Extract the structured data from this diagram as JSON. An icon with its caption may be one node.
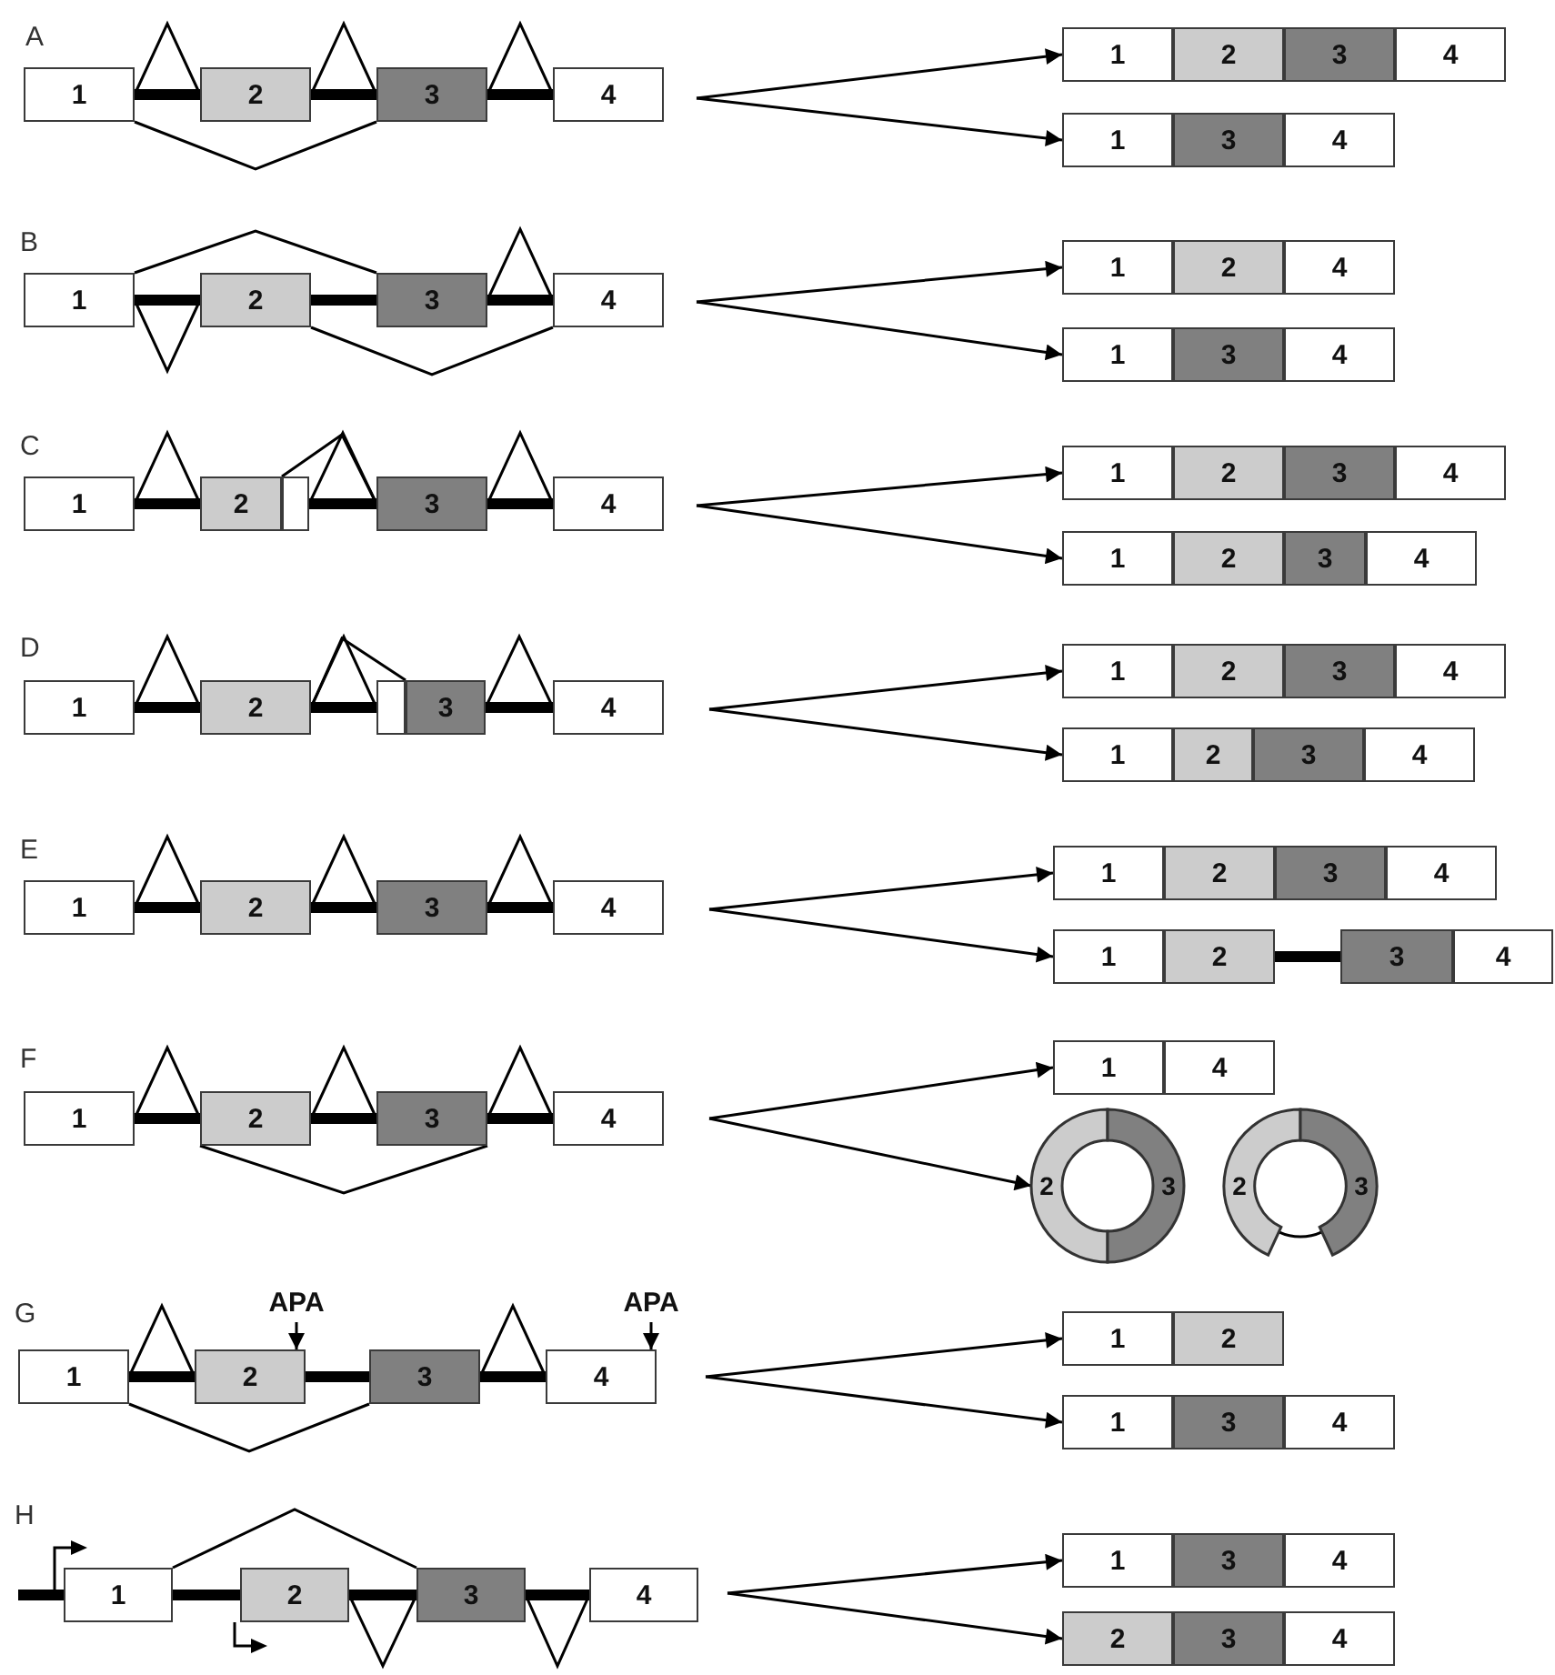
{
  "diagram": {
    "nodes": [
      {
        "text": [
          "1"
        ]
      },
      {
        "text": [
          "2"
        ]
      },
      {
        "text": [
          "3"
        ]
      },
      {
        "text": [
          "4"
        ]
      },
      {
        "text": [
          "1"
        ]
      },
      {
        "text": [
          "2"
        ]
      },
      {
        "text": [
          "3"
        ]
      },
      {
        "text": [
          "4"
        ]
      },
      {
        "text": [
          "1"
        ]
      },
      {
        "text": [
          "3"
        ]
      },
      {
        "text": [
          "4"
        ]
      },
      {
        "text": [
          "1"
        ]
      },
      {
        "text": [
          "2"
        ]
      },
      {
        "text": [
          "3"
        ]
      },
      {
        "text": [
          "4"
        ]
      },
      {
        "text": [
          "1"
        ]
      },
      {
        "text": [
          "2"
        ]
      },
      {
        "text": [
          "4"
        ]
      },
      {
        "text": [
          "1"
        ]
      },
      {
        "text": [
          "3"
        ]
      },
      {
        "text": [
          "4"
        ]
      },
      {
        "text": [
          "1"
        ]
      },
      {
        "text": [
          "2"
        ]
      },
      {
        "text": [],
        "shape": "box"
      },
      {
        "text": [
          "3"
        ]
      },
      {
        "text": [
          "4"
        ]
      },
      {
        "text": [
          "1"
        ]
      },
      {
        "text": [
          "2"
        ]
      },
      {
        "text": [
          "3"
        ]
      },
      {
        "text": [
          "4"
        ]
      },
      {
        "text": [
          "1"
        ]
      },
      {
        "text": [
          "2"
        ]
      },
      {
        "text": [
          "3"
        ]
      },
      {
        "text": [
          "4"
        ]
      },
      {
        "text": [
          "1"
        ]
      },
      {
        "text": [
          "2"
        ]
      },
      {
        "text": [],
        "shape": "box"
      },
      {
        "text": [
          "3"
        ]
      },
      {
        "text": [
          "4"
        ]
      },
      {
        "text": [
          "1"
        ]
      },
      {
        "text": [
          "2"
        ]
      },
      {
        "text": [
          "3"
        ]
      },
      {
        "text": [
          "4"
        ]
      },
      {
        "text": [
          "1"
        ]
      },
      {
        "text": [
          "2"
        ]
      },
      {
        "text": [
          "3"
        ]
      },
      {
        "text": [
          "4"
        ]
      },
      {
        "text": [
          "1"
        ]
      },
      {
        "text": [
          "2"
        ]
      },
      {
        "text": [
          "3"
        ]
      },
      {
        "text": [
          "4"
        ]
      },
      {
        "text": [
          "1"
        ]
      },
      {
        "text": [
          "2"
        ]
      },
      {
        "text": [
          "3"
        ]
      },
      {
        "text": [
          "4"
        ]
      },
      {
        "text": [
          "1"
        ]
      },
      {
        "text": [
          "2"
        ]
      },
      {
        "text": [
          "3"
        ]
      },
      {
        "text": [
          "4"
        ]
      },
      {
        "text": [
          "1"
        ]
      },
      {
        "text": [
          "2"
        ]
      },
      {
        "text": [
          "3"
        ]
      },
      {
        "text": [
          "4"
        ]
      },
      {
        "text": [
          "1"
        ]
      },
      {
        "text": [
          "4"
        ]
      },
      {
        "text": [
          "2"
        ]
      },
      {
        "text": [
          "3"
        ]
      },
      {
        "text": [
          "2"
        ]
      },
      {
        "text": [
          "3"
        ]
      },
      {
        "text": [
          "APA"
        ]
      },
      {
        "text": [
          "APA"
        ]
      },
      {
        "text": [
          "1"
        ]
      },
      {
        "text": [
          "2"
        ]
      },
      {
        "text": [
          "3"
        ]
      },
      {
        "text": [
          "4"
        ]
      },
      {
        "text": [
          "1"
        ]
      },
      {
        "text": [
          "2"
        ]
      },
      {
        "text": [
          "1"
        ]
      },
      {
        "text": [
          "3"
        ]
      },
      {
        "text": [
          "4"
        ]
      },
      {
        "text": [
          "1"
        ]
      },
      {
        "text": [
          "2"
        ]
      },
      {
        "text": [
          "3"
        ]
      },
      {
        "text": [
          "4"
        ]
      },
      {
        "text": [
          "1"
        ]
      },
      {
        "text": [
          "3"
        ]
      },
      {
        "text": [
          "4"
        ]
      },
      {
        "text": [
          "2"
        ]
      },
      {
        "text": [
          "3"
        ]
      },
      {
        "text": [
          "4"
        ]
      }
    ],
    "edges": [
      {
        "from": 0,
        "to": 1,
        "arrow": "none",
        "style": "thick"
      },
      {
        "from": 1,
        "to": 2,
        "arrow": "none",
        "style": "thick"
      },
      {
        "from": 2,
        "to": 3,
        "arrow": "none",
        "style": "thick"
      },
      {
        "from": 0,
        "to": 1,
        "arrow": "none"
      },
      {
        "from": 1,
        "to": 2,
        "arrow": "none"
      },
      {
        "from": 2,
        "to": 3,
        "arrow": "none"
      },
      {
        "from": 0,
        "to": 2,
        "arrow": "none"
      },
      {
        "from": null,
        "to": 4,
        "arrow": "to"
      },
      {
        "from": null,
        "to": 8,
        "arrow": "to"
      },
      {
        "from": 11,
        "to": 12,
        "arrow": "none",
        "style": "thick"
      },
      {
        "from": 12,
        "to": 13,
        "arrow": "none",
        "style": "thick"
      },
      {
        "from": 13,
        "to": 14,
        "arrow": "none",
        "style": "thick"
      },
      {
        "from": 11,
        "to": 13,
        "arrow": "none"
      },
      {
        "from": 11,
        "to": 12,
        "arrow": "none"
      },
      {
        "from": 12,
        "to": 14,
        "arrow": "none"
      },
      {
        "from": 13,
        "to": 14,
        "arrow": "none"
      },
      {
        "from": null,
        "to": 15,
        "arrow": "to"
      },
      {
        "from": null,
        "to": 18,
        "arrow": "to"
      },
      {
        "from": 21,
        "to": 22,
        "arrow": "none",
        "style": "thick"
      },
      {
        "from": 23,
        "to": 24,
        "arrow": "none",
        "style": "thick"
      },
      {
        "from": 24,
        "to": 25,
        "arrow": "none",
        "style": "thick"
      },
      {
        "from": 21,
        "to": 22,
        "arrow": "none"
      },
      {
        "from": 22,
        "to": 24,
        "arrow": "none"
      },
      {
        "from": 23,
        "to": 24,
        "arrow": "none"
      },
      {
        "from": 24,
        "to": 25,
        "arrow": "none"
      },
      {
        "from": null,
        "to": 26,
        "arrow": "to"
      },
      {
        "from": null,
        "to": 30,
        "arrow": "to"
      },
      {
        "from": 34,
        "to": 35,
        "arrow": "none",
        "style": "thick"
      },
      {
        "from": 35,
        "to": 36,
        "arrow": "none",
        "style": "thick"
      },
      {
        "from": 37,
        "to": 38,
        "arrow": "none",
        "style": "thick"
      },
      {
        "from": 34,
        "to": 35,
        "arrow": "none"
      },
      {
        "from": 35,
        "to": 36,
        "arrow": "none"
      },
      {
        "from": 35,
        "to": 37,
        "arrow": "none"
      },
      {
        "from": 37,
        "to": 38,
        "arrow": "none"
      },
      {
        "from": null,
        "to": 39,
        "arrow": "to"
      },
      {
        "from": null,
        "to": 43,
        "arrow": "to"
      },
      {
        "from": 47,
        "to": 48,
        "arrow": "none",
        "style": "thick"
      },
      {
        "from": 48,
        "to": 49,
        "arrow": "none",
        "style": "thick"
      },
      {
        "from": 49,
        "to": 50,
        "arrow": "none",
        "style": "thick"
      },
      {
        "from": 47,
        "to": 48,
        "arrow": "none"
      },
      {
        "from": 48,
        "to": 49,
        "arrow": "none"
      },
      {
        "from": 49,
        "to": 50,
        "arrow": "none"
      },
      {
        "from": null,
        "to": 51,
        "arrow": "to"
      },
      {
        "from": null,
        "to": 55,
        "arrow": "to"
      },
      {
        "from": 56,
        "to": 57,
        "arrow": "none",
        "style": "thick"
      },
      {
        "from": 59,
        "to": 60,
        "arrow": "none",
        "style": "thick"
      },
      {
        "from": 60,
        "to": 61,
        "arrow": "none",
        "style": "thick"
      },
      {
        "from": 61,
        "to": 62,
        "arrow": "none",
        "style": "thick"
      },
      {
        "from": 59,
        "to": 60,
        "arrow": "none"
      },
      {
        "from": 60,
        "to": 61,
        "arrow": "none"
      },
      {
        "from": 61,
        "to": 62,
        "arrow": "none"
      },
      {
        "from": 61,
        "to": 60,
        "arrow": "none"
      },
      {
        "from": null,
        "to": 63,
        "arrow": "to"
      },
      {
        "from": null,
        "to": 65,
        "arrow": "to"
      },
      {
        "from": 67,
        "to": 68,
        "arrow": "none"
      },
      {
        "from": 69,
        "to": 72,
        "arrow": "to"
      },
      {
        "from": 70,
        "to": 74,
        "arrow": "to"
      },
      {
        "from": 71,
        "to": 72,
        "arrow": "none",
        "style": "thick"
      },
      {
        "from": 72,
        "to": 73,
        "arrow": "none",
        "style": "thick"
      },
      {
        "from": 73,
        "to": 74,
        "arrow": "none",
        "style": "thick"
      },
      {
        "from": 71,
        "to": 72,
        "arrow": "none"
      },
      {
        "from": 73,
        "to": 74,
        "arrow": "none"
      },
      {
        "from": 71,
        "to": 73,
        "arrow": "none"
      },
      {
        "from": null,
        "to": 75,
        "arrow": "to"
      },
      {
        "from": null,
        "to": 77,
        "arrow": "to"
      },
      {
        "from": null,
        "to": 80,
        "arrow": "none",
        "style": "thick"
      },
      {
        "from": 80,
        "to": 81,
        "arrow": "none",
        "style": "thick"
      },
      {
        "from": 81,
        "to": 82,
        "arrow": "none",
        "style": "thick"
      },
      {
        "from": 82,
        "to": 83,
        "arrow": "none",
        "style": "thick"
      },
      {
        "from": 80,
        "to": 82,
        "arrow": "none"
      },
      {
        "from": 81,
        "to": 82,
        "arrow": "none"
      },
      {
        "from": 82,
        "to": 83,
        "arrow": "none"
      },
      {
        "from": null,
        "to": 84,
        "arrow": "to"
      },
      {
        "from": null,
        "to": 87,
        "arrow": "to"
      }
    ],
    "labels": [
      "A",
      "B",
      "C",
      "D",
      "E",
      "F",
      "G",
      "H"
    ]
  }
}
